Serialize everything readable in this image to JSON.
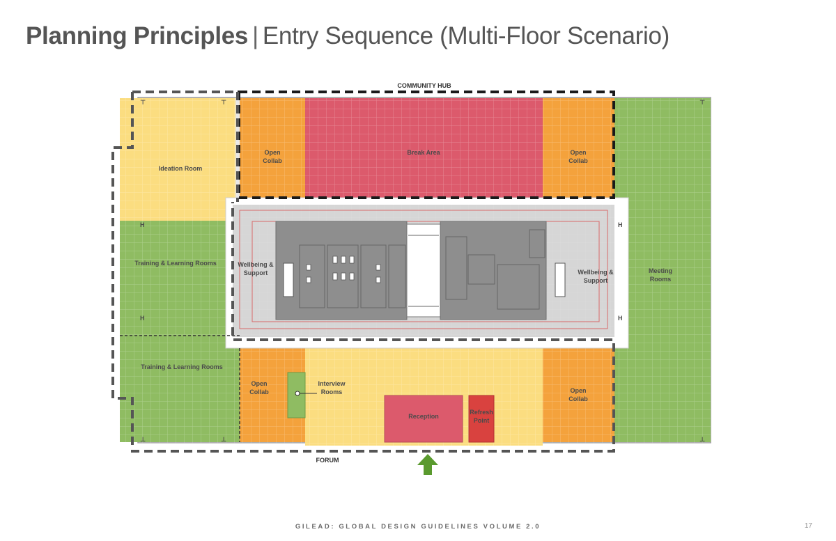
{
  "page": {
    "title_bold": "Planning Principles",
    "title_separator": "|",
    "title_light": "Entry Sequence (Multi-Floor Scenario)",
    "footer": "GILEAD: GLOBAL DESIGN GUIDELINES VOLUME 2.0",
    "page_number": "17"
  },
  "plan": {
    "zone_labels": {
      "top": "COMMUNITY HUB",
      "bottom": "FORUM"
    },
    "rooms": {
      "ideation_room": "Ideation Room",
      "training_upper": "Training & Learning Rooms",
      "training_lower": "Training & Learning Rooms",
      "open_collab_tl_1": "Open",
      "open_collab_tl_2": "Collab",
      "break_area": "Break Area",
      "open_collab_tr_1": "Open",
      "open_collab_tr_2": "Collab",
      "meeting_rooms_1": "Meeting",
      "meeting_rooms_2": "Rooms",
      "wellbeing_left_1": "Wellbeing &",
      "wellbeing_left_2": "Support",
      "wellbeing_right_1": "Wellbeing &",
      "wellbeing_right_2": "Support",
      "open_collab_bl_1": "Open",
      "open_collab_bl_2": "Collab",
      "interview_rooms_1": "Interview",
      "interview_rooms_2": "Rooms",
      "reception": "Reception",
      "refresh_point_1": "Refresh",
      "refresh_point_2": "Point",
      "open_collab_br_1": "Open",
      "open_collab_br_2": "Collab"
    },
    "colors": {
      "yellow": "#fbdd80",
      "green": "#8fbc62",
      "orange": "#f4a23c",
      "pink": "#dc5a6c",
      "red": "#d9423f",
      "core_gray": "#8e8e8e",
      "arrow_green": "#5a9a2e"
    }
  }
}
